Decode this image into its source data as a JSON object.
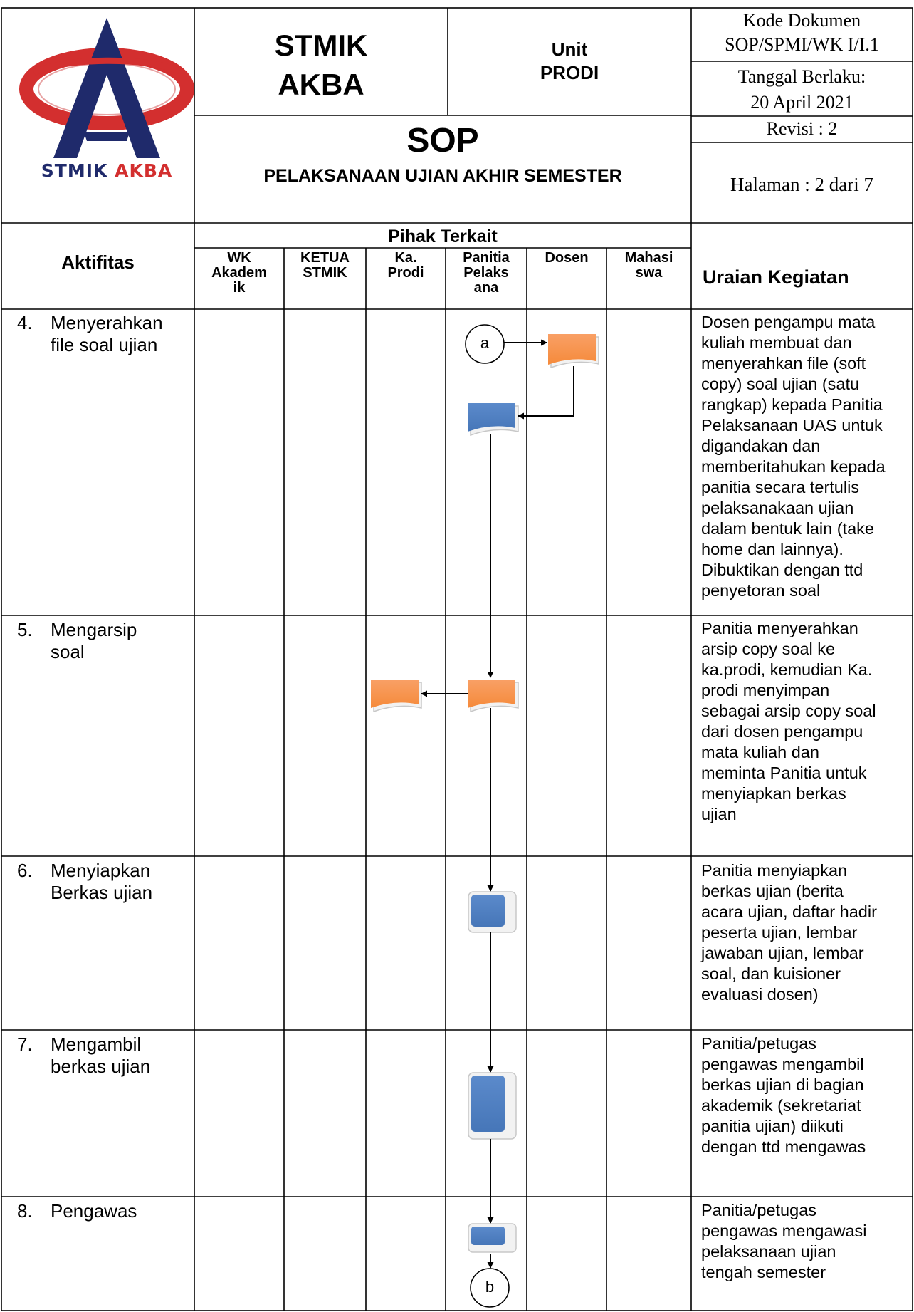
{
  "header": {
    "org_line1": "STMIK",
    "org_line2": "AKBA",
    "logo_text": "STMIK AKBA",
    "unit_label": "Unit",
    "unit_value": "PRODI",
    "doc_code_label": "Kode Dokumen",
    "doc_code_value": "SOP/SPMI/WK I/I.1",
    "effective_label": "Tanggal Berlaku:",
    "effective_value": "20 April 2021",
    "revision": "Revisi : 2",
    "page": "Halaman : 2 dari 7",
    "sop_title": "SOP",
    "sop_subtitle": "PELAKSANAAN UJIAN AKHIR SEMESTER"
  },
  "table_head": {
    "activity_col": "Aktifitas",
    "parties_title": "Pihak Terkait",
    "description_col": "Uraian Kegiatan",
    "lanes": [
      [
        "WK",
        "Akadem",
        "ik"
      ],
      [
        "KETUA",
        "STMIK"
      ],
      [
        "Ka.",
        "Prodi"
      ],
      [
        "Panitia",
        "Pelaks",
        "ana"
      ],
      [
        "Dosen"
      ],
      [
        "Mahasi",
        "swa"
      ]
    ]
  },
  "rows": [
    {
      "number": "4.",
      "activity": [
        "Menyerahkan",
        "file soal ujian"
      ],
      "description": [
        "Dosen pengampu mata",
        "kuliah membuat dan",
        "menyerahkan file (soft",
        "copy) soal ujian (satu",
        "rangkap) kepada Panitia",
        "Pelaksanaan UAS untuk",
        "digandakan dan",
        "memberitahukan kepada",
        "panitia secara tertulis",
        "pelaksanakaan ujian",
        "dalam bentuk lain (take",
        "home dan lainnya).",
        "Dibuktikan dengan ttd",
        "penyetoran soal"
      ]
    },
    {
      "number": "5.",
      "activity": [
        "Mengarsip",
        "soal"
      ],
      "description": [
        "Panitia menyerahkan",
        "arsip copy soal ke",
        "ka.prodi, kemudian Ka.",
        "prodi menyimpan",
        "sebagai arsip copy soal",
        "dari dosen pengampu",
        "mata kuliah dan",
        "meminta Panitia untuk",
        "menyiapkan berkas",
        "ujian"
      ]
    },
    {
      "number": "6.",
      "activity": [
        "Menyiapkan",
        "Berkas ujian"
      ],
      "description": [
        "Panitia menyiapkan",
        "berkas ujian (berita",
        "acara ujian, daftar hadir",
        "peserta ujian, lembar",
        "jawaban ujian, lembar",
        "soal, dan kuisioner",
        "evaluasi dosen)"
      ]
    },
    {
      "number": "7.",
      "activity": [
        "Mengambil",
        "berkas ujian"
      ],
      "description": [
        "Panitia/petugas",
        "pengawas mengambil",
        "berkas ujian di bagian",
        "akademik (sekretariat",
        "panitia ujian) diikuti",
        "dengan ttd mengawas"
      ]
    },
    {
      "number": "8.",
      "activity": [
        "Pengawas"
      ],
      "description": [
        "Panitia/petugas",
        "pengawas mengawasi",
        "pelaksanaan ujian",
        "tengah semester"
      ]
    }
  ],
  "connectors": {
    "start": "a",
    "end": "b"
  },
  "colors": {
    "document_orange": "#F79646",
    "process_blue": "#4F81BD",
    "logo_red": "#D32F2F",
    "logo_navy": "#1F2A6B"
  }
}
